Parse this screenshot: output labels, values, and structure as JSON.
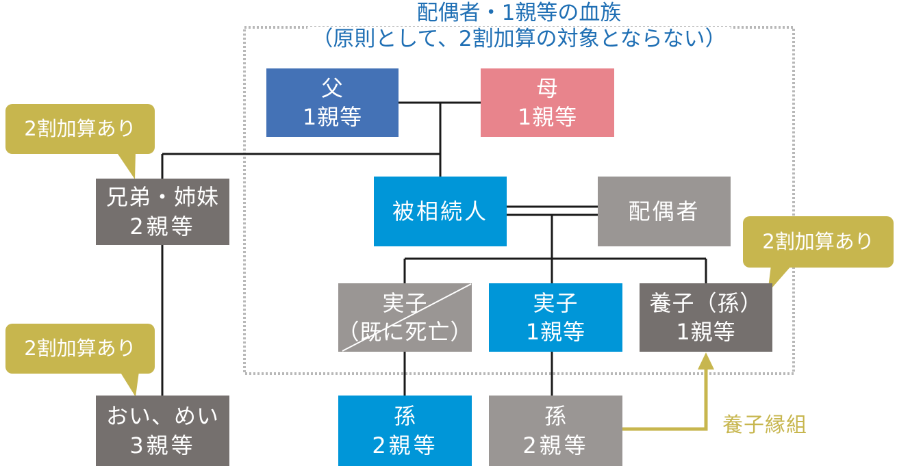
{
  "title": {
    "line1": "配偶者・1親等の血族",
    "line2": "（原則として、2割加算の対象とならない）"
  },
  "nodes": {
    "father": {
      "name": "父",
      "degree": "1親等"
    },
    "mother": {
      "name": "母",
      "degree": "1親等"
    },
    "decedent": {
      "name": "被相続人"
    },
    "spouse": {
      "name": "配偶者"
    },
    "siblings": {
      "name": "兄弟・姉妹",
      "degree": "2親等"
    },
    "nephew_niece": {
      "name": "おい、めい",
      "degree": "3親等"
    },
    "deceased_child": {
      "name": "実子",
      "degree": "（既に死亡）"
    },
    "child": {
      "name": "実子",
      "degree": "1親等"
    },
    "adopted_grandchild": {
      "name": "養子（孫）",
      "degree": "1親等"
    },
    "grandchild_a": {
      "name": "孫",
      "degree": "2親等"
    },
    "grandchild_b": {
      "name": "孫",
      "degree": "2親等"
    }
  },
  "callouts": {
    "siblings": "2割加算あり",
    "nephew_niece": "2割加算あり",
    "adopted": "2割加算あり"
  },
  "adoption_label": "養子縁組",
  "colors": {
    "title_blue": "#1f6fb4",
    "father_blue": "#4472b6",
    "mother_pink": "#e8848c",
    "primary_cyan": "#0096d8",
    "dark_gray": "#75706e",
    "light_gray": "#9a9694",
    "callout_gold": "#c7b64e",
    "line_black": "#1a1a1a",
    "dotted_border": "#b8b8b8"
  }
}
